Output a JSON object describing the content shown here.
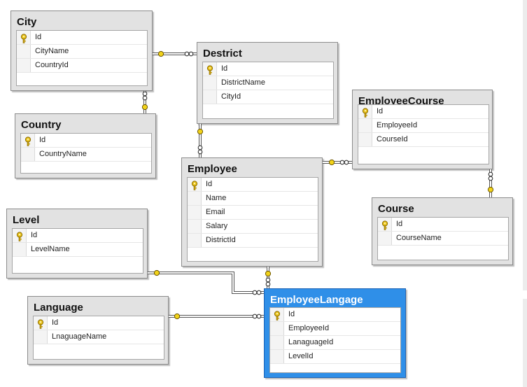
{
  "diagram": {
    "accent_color": "#2f8fe8",
    "key_icon": "primary-key-icon",
    "tables": [
      {
        "id": "city",
        "title": "City",
        "selected": false,
        "columns": [
          {
            "name": "Id",
            "pk": true
          },
          {
            "name": "CityName",
            "pk": false
          },
          {
            "name": "CountryId",
            "pk": false
          }
        ]
      },
      {
        "id": "destrict",
        "title": "Destrict",
        "selected": false,
        "columns": [
          {
            "name": "Id",
            "pk": true
          },
          {
            "name": "DistrictName",
            "pk": false
          },
          {
            "name": "CityId",
            "pk": false
          }
        ]
      },
      {
        "id": "employeecourse",
        "title": "EmployeeCourse",
        "selected": false,
        "columns": [
          {
            "name": "Id",
            "pk": true
          },
          {
            "name": "EmployeeId",
            "pk": false
          },
          {
            "name": "CourseId",
            "pk": false
          }
        ]
      },
      {
        "id": "country",
        "title": "Country",
        "selected": false,
        "columns": [
          {
            "name": "Id",
            "pk": true
          },
          {
            "name": "CountryName",
            "pk": false
          }
        ]
      },
      {
        "id": "employee",
        "title": "Employee",
        "selected": false,
        "columns": [
          {
            "name": "Id",
            "pk": true
          },
          {
            "name": "Name",
            "pk": false
          },
          {
            "name": "Email",
            "pk": false
          },
          {
            "name": "Salary",
            "pk": false
          },
          {
            "name": "DistrictId",
            "pk": false
          }
        ]
      },
      {
        "id": "course",
        "title": "Course",
        "selected": false,
        "columns": [
          {
            "name": "Id",
            "pk": true
          },
          {
            "name": "CourseName",
            "pk": false
          }
        ]
      },
      {
        "id": "level",
        "title": "Level",
        "selected": false,
        "columns": [
          {
            "name": "Id",
            "pk": true
          },
          {
            "name": "LevelName",
            "pk": false
          }
        ]
      },
      {
        "id": "language",
        "title": "Language",
        "selected": false,
        "columns": [
          {
            "name": "Id",
            "pk": true
          },
          {
            "name": "LnaguageName",
            "pk": false
          }
        ]
      },
      {
        "id": "employeelangage",
        "title": "EmployeeLangage",
        "selected": true,
        "columns": [
          {
            "name": "Id",
            "pk": true
          },
          {
            "name": "EmployeeId",
            "pk": false
          },
          {
            "name": "LanaguageId",
            "pk": false
          },
          {
            "name": "LevelId",
            "pk": false
          }
        ]
      }
    ],
    "relationships": [
      {
        "name": "city-destrict",
        "from": "city",
        "to": "destrict"
      },
      {
        "name": "country-city",
        "from": "country",
        "to": "city"
      },
      {
        "name": "destrict-employee",
        "from": "destrict",
        "to": "employee"
      },
      {
        "name": "employee-employeecourse",
        "from": "employee",
        "to": "employeecourse"
      },
      {
        "name": "course-employeecourse",
        "from": "course",
        "to": "employeecourse"
      },
      {
        "name": "employee-employeelangage",
        "from": "employee",
        "to": "employeelangage"
      },
      {
        "name": "level-employeelangage",
        "from": "level",
        "to": "employeelangage"
      },
      {
        "name": "language-employeelangage",
        "from": "language",
        "to": "employeelangage"
      }
    ]
  }
}
